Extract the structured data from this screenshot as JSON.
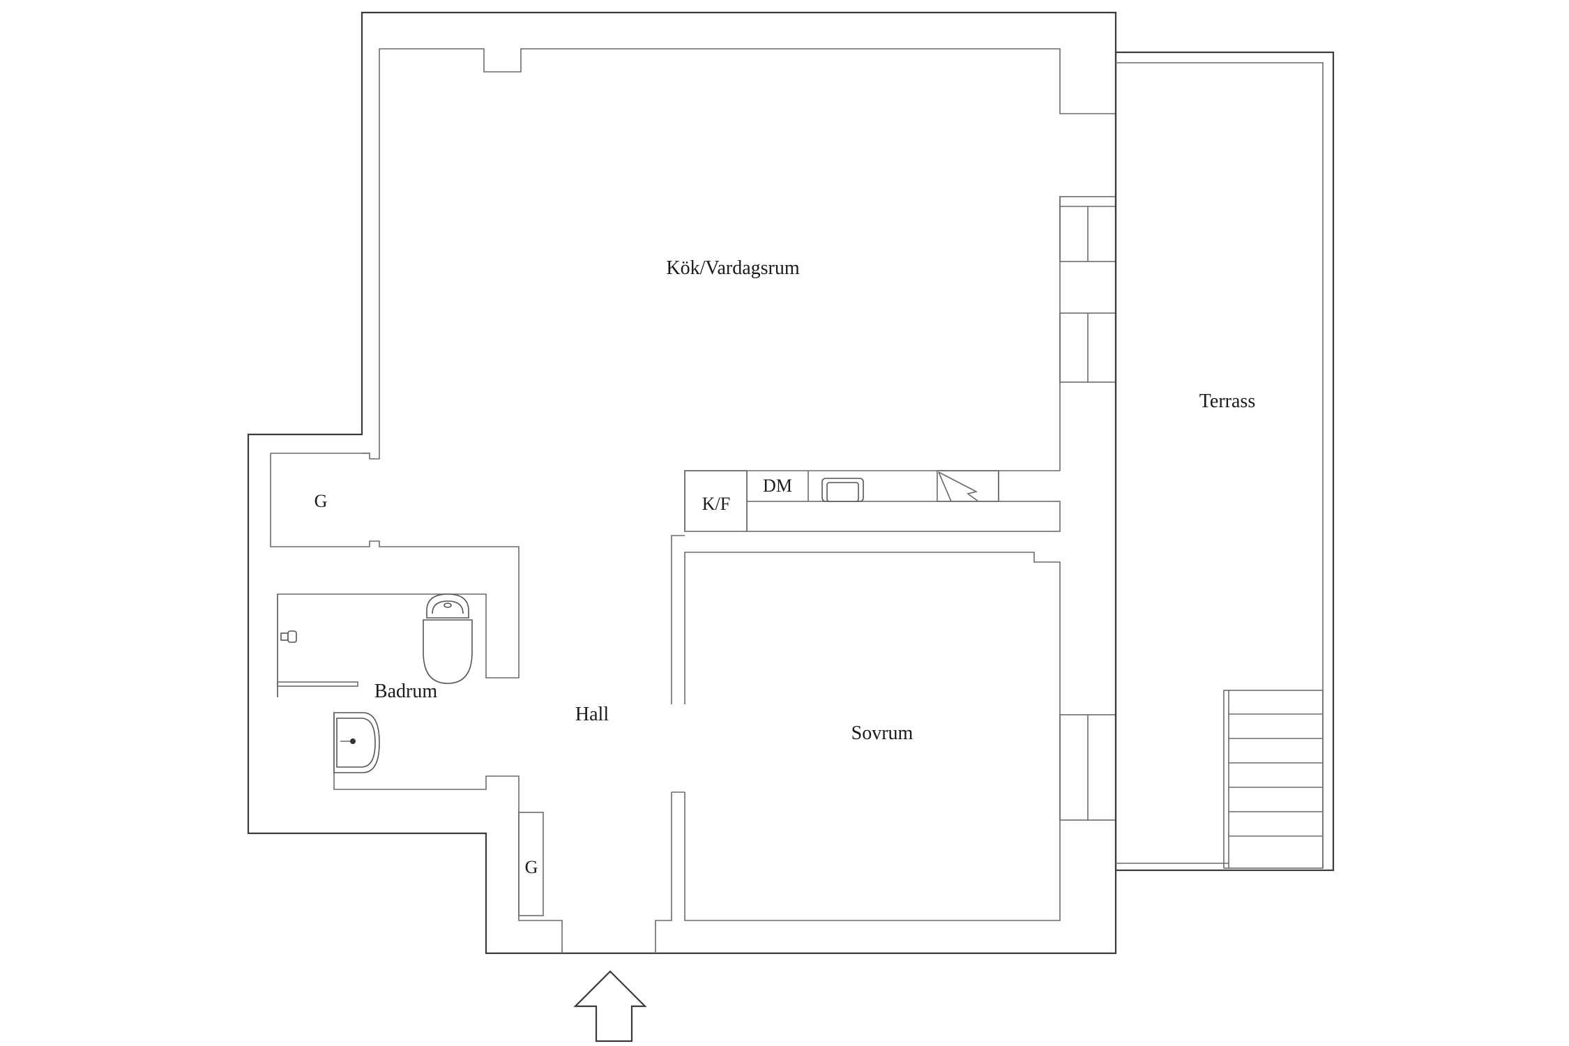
{
  "rooms": {
    "kitchen_living": "Kök/Vardagsrum",
    "terrace": "Terrass",
    "bedroom": "Sovrum",
    "hall": "Hall",
    "bathroom": "Badrum",
    "closet_upper": "G",
    "closet_lower": "G"
  },
  "fixtures": {
    "fridge_freezer": "K/F",
    "dishwasher": "DM"
  },
  "entrance_arrow": "entrance-arrow-icon"
}
